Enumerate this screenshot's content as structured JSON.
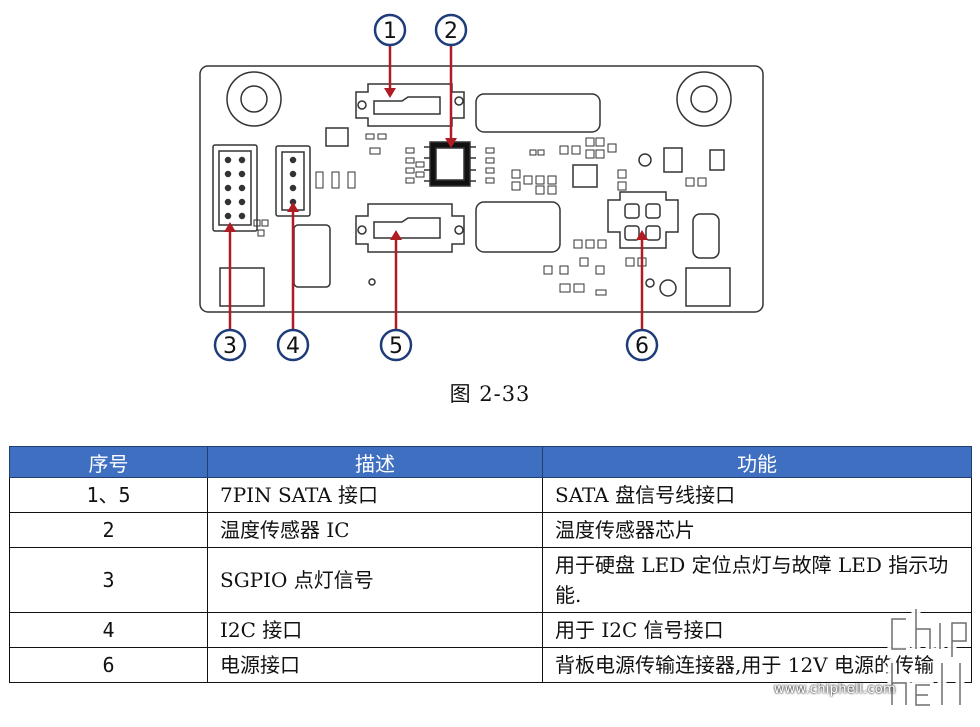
{
  "diagram": {
    "callouts": [
      "1",
      "2",
      "3",
      "4",
      "5",
      "6"
    ]
  },
  "caption": "图 2-33",
  "table": {
    "headers": [
      "序号",
      "描述",
      "功能"
    ],
    "rows": [
      {
        "no": "1、5",
        "desc": "7PIN SATA 接口",
        "func": "SATA 盘信号线接口"
      },
      {
        "no": "2",
        "desc": "温度传感器 IC",
        "func": "温度传感器芯片"
      },
      {
        "no": "3",
        "desc": "SGPIO 点灯信号",
        "func": "用于硬盘 LED 定位点灯与故障 LED 指示功能."
      },
      {
        "no": "4",
        "desc": "I2C 接口",
        "func": "用于 I2C 信号接口"
      },
      {
        "no": "6",
        "desc": "电源接口",
        "func": "背板电源传输连接器,用于 12V 电源的传输"
      }
    ]
  },
  "watermark": {
    "logo": "chip hell",
    "url": "www.chiphell.com"
  },
  "colors": {
    "header_bg": "#3f6fc0",
    "callout_line": "#b01c24",
    "callout_circle": "#1f3c7a"
  }
}
